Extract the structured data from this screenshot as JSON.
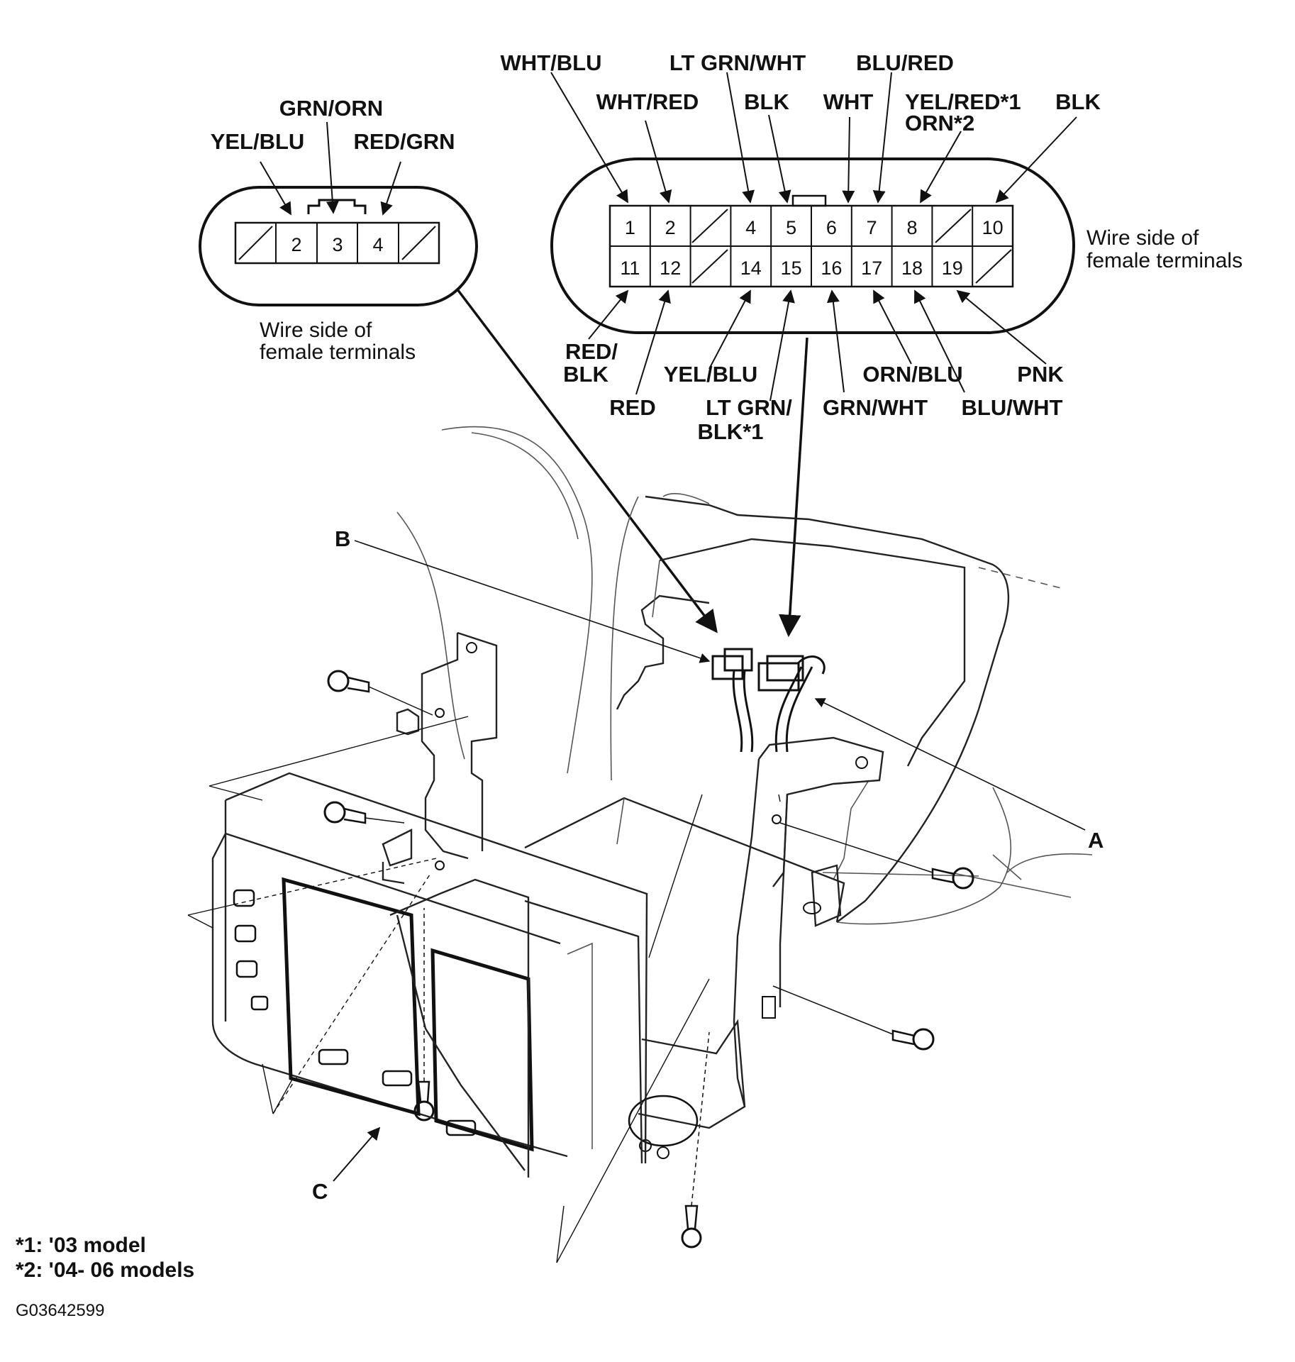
{
  "small_connector": {
    "pins": [
      "",
      "2",
      "3",
      "4",
      ""
    ],
    "labels": {
      "yel_blu": "YEL/BLU",
      "grn_orn": "GRN/ORN",
      "red_grn": "RED/GRN"
    },
    "note_line1": "Wire side of",
    "note_line2": "female terminals"
  },
  "large_connector": {
    "top_pins": [
      "1",
      "2",
      "",
      "4",
      "5",
      "6",
      "7",
      "8",
      "",
      "10"
    ],
    "bottom_pins": [
      "11",
      "12",
      "",
      "14",
      "15",
      "16",
      "17",
      "18",
      "19",
      ""
    ],
    "labels_top": {
      "wht_blu": "WHT/BLU",
      "lt_grn_wht": "LT GRN/WHT",
      "blu_red": "BLU/RED",
      "wht_red": "WHT/RED",
      "blk_4": "BLK",
      "wht": "WHT",
      "yel_red_1": "YEL/RED*1",
      "orn_2": "ORN*2",
      "blk_10": "BLK"
    },
    "labels_bottom": {
      "red_blk_1": "RED/",
      "red_blk_2": "BLK",
      "red": "RED",
      "yel_blu": "YEL/BLU",
      "lt_grn_blk_1": "LT GRN/",
      "lt_grn_blk_2": "BLK*1",
      "orn_blu": "ORN/BLU",
      "grn_wht": "GRN/WHT",
      "pnk": "PNK",
      "blu_wht": "BLU/WHT"
    },
    "note_line1": "Wire side of",
    "note_line2": "female terminals"
  },
  "callouts": {
    "a": "A",
    "b": "B",
    "c": "C"
  },
  "footnotes": {
    "f1": "*1: '03 model",
    "f2": "*2: '04- 06 models"
  },
  "figure_code": "G03642599"
}
